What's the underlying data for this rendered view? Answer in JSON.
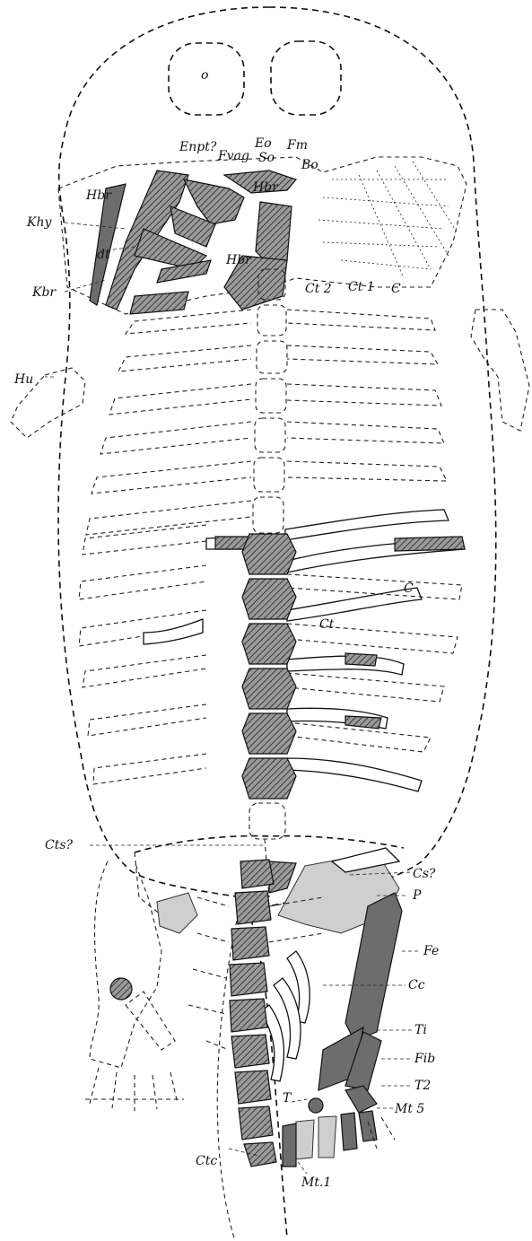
{
  "figure": {
    "labels": {
      "o": "o",
      "enpt": "Enpt?",
      "fvag": "Fvag",
      "eo": "Eo",
      "so": "So",
      "fm": "Fm",
      "bo": "Bo",
      "hbr_top": "Hbr",
      "hbr_top2": "Hbr",
      "hbr_mid": "Hbr",
      "khy": "Khy",
      "dt": "dt",
      "kbr": "Kbr",
      "ct2": "Ct 2",
      "ct1": "Ct 1",
      "c_top": "C",
      "hu": "Hu",
      "c_mid": "C",
      "ct": "Ct",
      "cts": "Cts?",
      "cs": "Cs?",
      "p": "P",
      "fe": "Fe",
      "cc": "Cc",
      "ti": "Ti",
      "fib": "Fib",
      "t2": "T2",
      "t": "T",
      "mt5": "Mt 5",
      "ctc": "Ctc",
      "mt1": "Mt.1"
    }
  }
}
